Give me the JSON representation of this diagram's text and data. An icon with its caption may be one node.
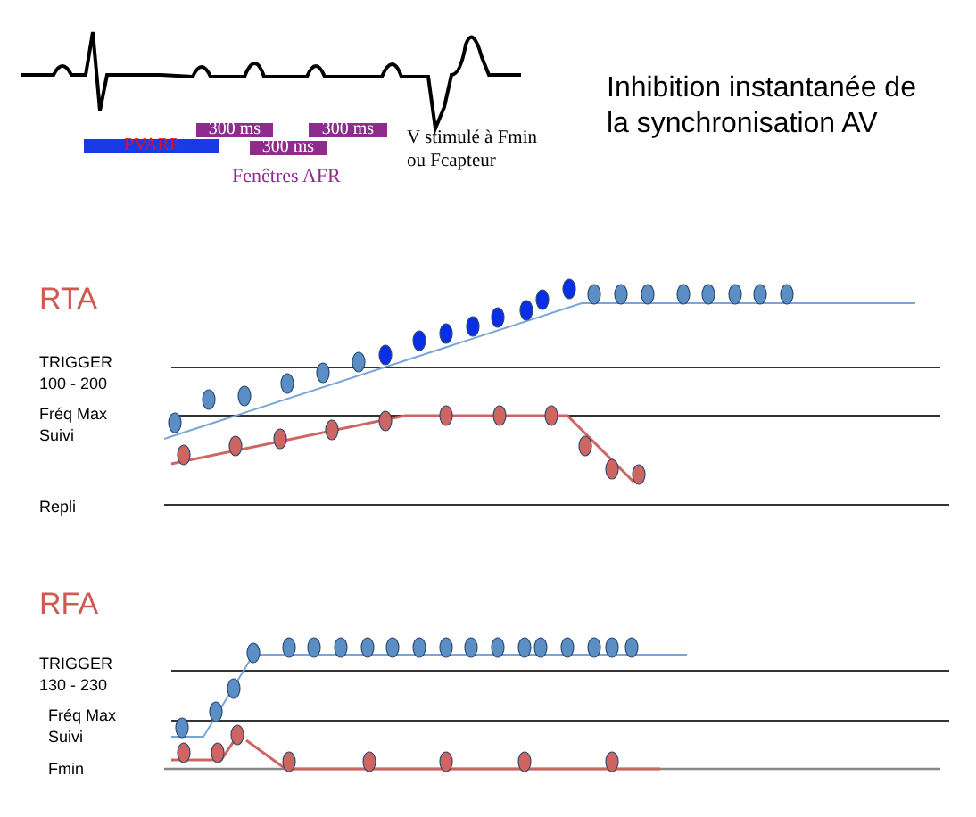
{
  "diagram": {
    "title": "Inhibition instantanée de la synchronisation AV",
    "nodes": [
      {
        "text": [
          "PVARP"
        ]
      },
      {
        "text": [
          "300 ms"
        ]
      },
      {
        "text": [
          "300 ms"
        ]
      },
      {
        "text": [
          "300 ms"
        ]
      }
    ],
    "labels": [
      "Fenêtres AFR",
      "V stimulé à Fmin ou Fcapteur",
      "RTA",
      "TRIGGER 100 - 200",
      "Fréq Max Suivi",
      "Repli",
      "RFA",
      "TRIGGER 130 - 230",
      "Fréq Max Suivi",
      "Fmin"
    ]
  }
}
